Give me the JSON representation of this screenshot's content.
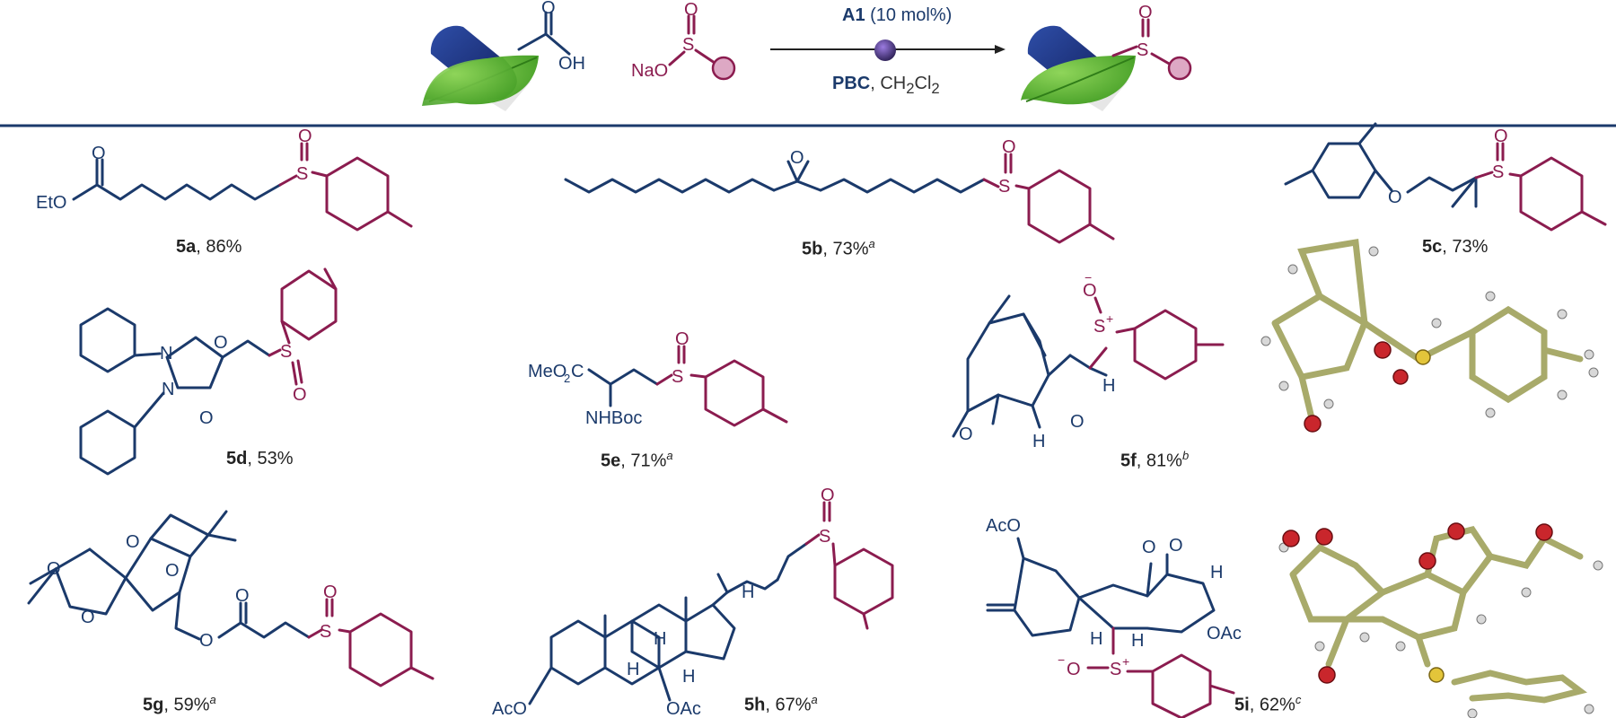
{
  "scheme": {
    "reactant_acid_oh": "OH",
    "reactant_acid_o": "O",
    "reactant_sulfinate_na": "NaO",
    "reactant_sulfinate_s": "S",
    "reactant_sulfinate_o": "O",
    "arrow_above_bold": "A1",
    "arrow_above_rest": "(10 mol%)",
    "arrow_below_bold": "PBC",
    "arrow_below_rest": ", CH",
    "arrow_below_sub1": "2",
    "arrow_below_mid": "Cl",
    "arrow_below_sub2": "2",
    "product_s": "S",
    "product_o": "O"
  },
  "compounds": [
    {
      "id": "5a",
      "yield": "86%",
      "note": ""
    },
    {
      "id": "5b",
      "yield": "73%",
      "note": "a"
    },
    {
      "id": "5c",
      "yield": "73%",
      "note": ""
    },
    {
      "id": "5d",
      "yield": "53%",
      "note": ""
    },
    {
      "id": "5e",
      "yield": "71%",
      "note": "a"
    },
    {
      "id": "5f",
      "yield": "81%",
      "note": "b"
    },
    {
      "id": "5g",
      "yield": "59%",
      "note": "a"
    },
    {
      "id": "5h",
      "yield": "67%",
      "note": "a"
    },
    {
      "id": "5i",
      "yield": "62%",
      "note": "c"
    }
  ],
  "atom_labels": {
    "eto": "EtO",
    "o": "O",
    "s": "S",
    "o_epox": "O",
    "meo2c": "MeO",
    "meo2c_sub": "2",
    "meo2c_c": "C",
    "nhboc": "NHBoc",
    "n": "N",
    "h": "H",
    "o_minus": "O",
    "s_plus": "S",
    "minus": "−",
    "plus": "+",
    "aco": "AcO",
    "oac": "OAc"
  },
  "colors": {
    "navy": "#1b3a6b",
    "wine": "#8b1c4f",
    "leaf": "#5cb531",
    "capsule": "#1c2f78",
    "divider": "#1b3a6b"
  }
}
